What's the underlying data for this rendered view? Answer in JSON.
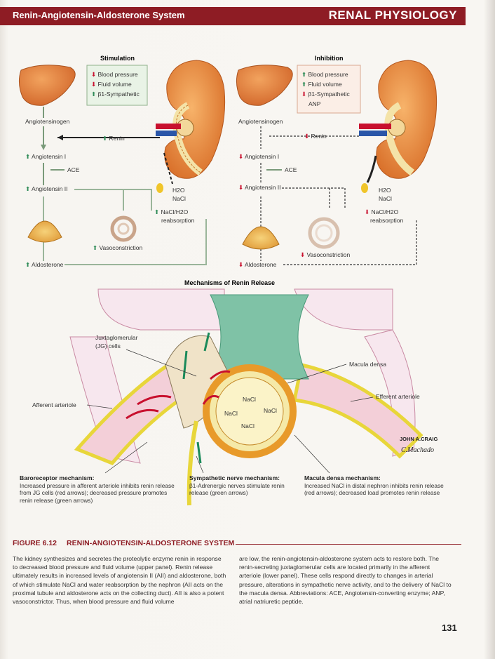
{
  "header": {
    "left_title": "Renin-Angiotensin-Aldosterone System",
    "right_title": "RENAL PHYSIOLOGY"
  },
  "stimulation": {
    "title": "Stimulation",
    "box": [
      "Blood pressure",
      "Fluid volume",
      "β1-Sympathetic"
    ],
    "angiotensinogen": "Angiotensinogen",
    "renin": "Renin",
    "angiotensin1": "Angiotensin I",
    "ace": "ACE",
    "angiotensin2": "Angiotensin II",
    "h2o": "H2O",
    "nacl": "NaCl",
    "reabsorption_l1": "NaCl/H2O",
    "reabsorption_l2": "reabsorption",
    "vasoconstriction": "Vasoconstriction",
    "aldosterone": "Aldosterone"
  },
  "inhibition": {
    "title": "Inhibition",
    "box": [
      "Blood pressure",
      "Fluid volume",
      "β1-Sympathetic",
      "ANP"
    ],
    "angiotensinogen": "Angiotensinogen",
    "renin": "Renin",
    "angiotensin1": "Angiotensin I",
    "ace": "ACE",
    "angiotensin2": "Angiotensin II",
    "h2o": "H2O",
    "nacl": "NaCl",
    "reabsorption_l1": "NaCl/H2O",
    "reabsorption_l2": "reabsorption",
    "vasoconstriction": "Vasoconstriction",
    "aldosterone": "Aldosterone"
  },
  "mechanisms": {
    "title": "Mechanisms of Renin Release",
    "jg_l1": "Juxtaglomerular",
    "jg_l2": "(JG) cells",
    "macula": "Macula densa",
    "afferent": "Afferent arteriole",
    "efferent": "Efferent arteriole",
    "nacl": "NaCl",
    "signature": [
      "JOHN A.CRAIG",
      "C.Machado"
    ],
    "baroreceptor_title": "Baroreceptor mechanism:",
    "baroreceptor_text": "Increased pressure in afferent arteriole inhibits renin release from JG cells (red arrows); decreased pressure promotes renin release (green arrows)",
    "sympathetic_title": "Sympathetic nerve mechanism:",
    "sympathetic_text": "β1-Adrenergic nerves stimulate renin release (green arrows)",
    "macula_title": "Macula densa mechanism:",
    "macula_text": "Increased NaCl in distal nephron inhibits renin release (red arrows); decreased load promotes renin release"
  },
  "caption": {
    "figure": "FIGURE 6.12",
    "title": "RENIN-ANGIOTENSIN-ALDOSTERONE SYSTEM",
    "col1": "The kidney synthesizes and secretes the proteolytic enzyme renin in response to decreased blood pressure and fluid volume (upper panel). Renin release ultimately results in increased levels of angiotensin II (AII) and aldosterone, both of which stimulate NaCl and water reabsorption by the nephron (AII acts on the proximal tubule and aldosterone acts on the collecting duct). AII is also a potent vasoconstrictor. Thus, when blood pressure and fluid volume",
    "col2": "are low, the renin-angiotensin-aldosterone system acts to restore both. The renin-secreting juxtaglomerular cells are located primarily in the afferent arteriole (lower panel). These cells respond directly to changes in arterial pressure, alterations in sympathetic nerve activity, and to the delivery of NaCl to the macula densa. Abbreviations: ACE, Angiotensin-converting enzyme; ANP, atrial natriuretic peptide."
  },
  "page_number": "131",
  "colors": {
    "accent": "#8e1c24",
    "up_arrow": "#2e8b57",
    "down_arrow": "#c8102e"
  }
}
